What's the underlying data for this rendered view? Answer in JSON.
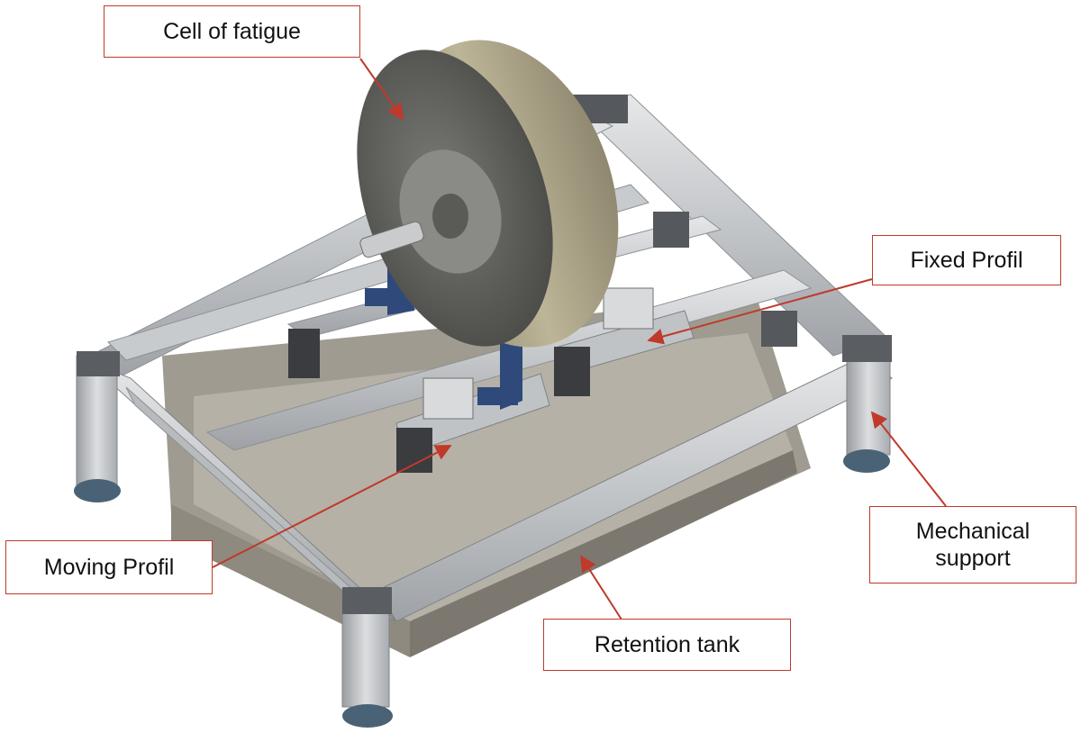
{
  "labels": {
    "cell_of_fatigue": "Cell of fatigue",
    "fixed_profil": "Fixed Profil",
    "moving_profil": "Moving Profil",
    "mechanical_support_line1": "Mechanical",
    "mechanical_support_line2": "support",
    "retention_tank": "Retention tank"
  },
  "colors": {
    "callout_border": "#c0392b",
    "arrow": "#c0392b",
    "profile_light": "#d6d8da",
    "profile_mid": "#b8bbbe",
    "profile_dark": "#8d9094",
    "tank": "#a8a49a",
    "tank_dark": "#7c786f",
    "wheel_face": "#5f5f5a",
    "wheel_rim": "#a39c82",
    "bracket": "#2f4a7a",
    "foot": "#4a6275"
  },
  "icons": {
    "callout_arrow": "arrow-icon",
    "foot": "leveling-foot-icon",
    "hub": "hub-icon"
  }
}
